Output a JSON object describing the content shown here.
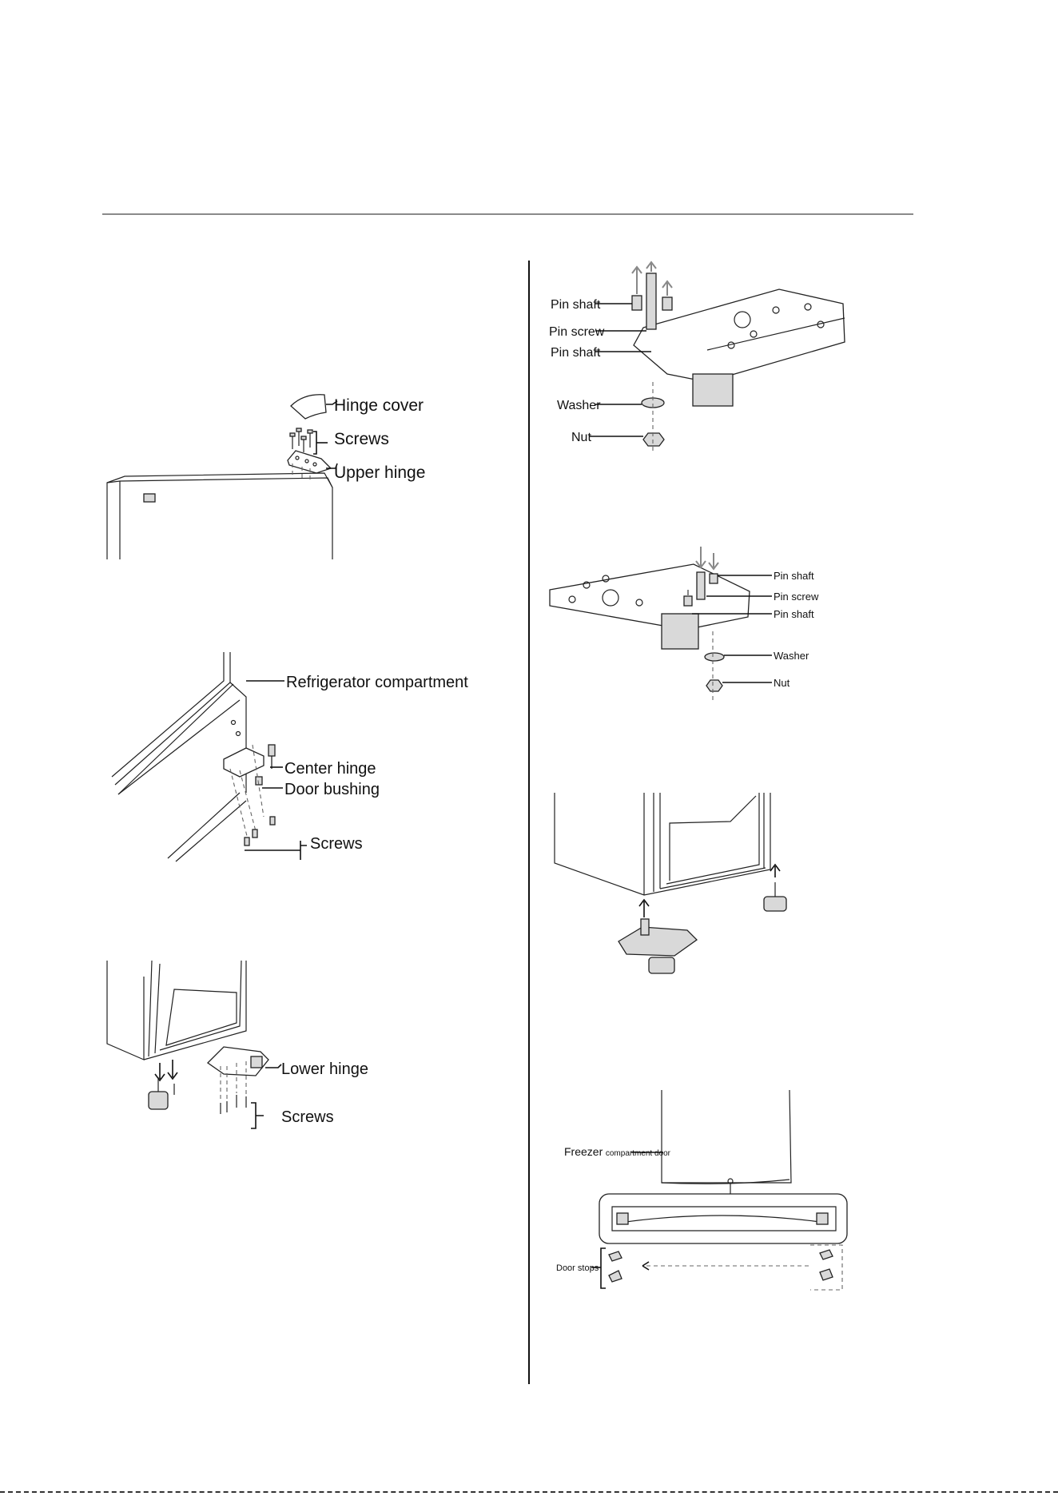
{
  "figures": {
    "upper_hinge": {
      "hinge_cover": "Hinge cover",
      "screws": "Screws",
      "upper_hinge": "Upper hinge"
    },
    "center_hinge": {
      "refrigerator_compartment": "Refrigerator compartment",
      "center_hinge": "Center hinge",
      "door_bushing": "Door bushing",
      "screws": "Screws"
    },
    "lower_hinge": {
      "lower_hinge": "Lower hinge",
      "screws": "Screws"
    },
    "pin_removal": {
      "pin_shaft_top": "Pin shaft",
      "pin_screw": "Pin screw",
      "pin_shaft_bottom": "Pin shaft",
      "washer": "Washer",
      "nut": "Nut"
    },
    "pin_install": {
      "pin_shaft_top": "Pin shaft",
      "pin_screw": "Pin screw",
      "pin_shaft_bottom": "Pin shaft",
      "washer": "Washer",
      "nut": "Nut"
    },
    "door_stops": {
      "freezer": "Freezer",
      "compartment_door": "compartment door",
      "door_stops": "Door stops"
    }
  }
}
